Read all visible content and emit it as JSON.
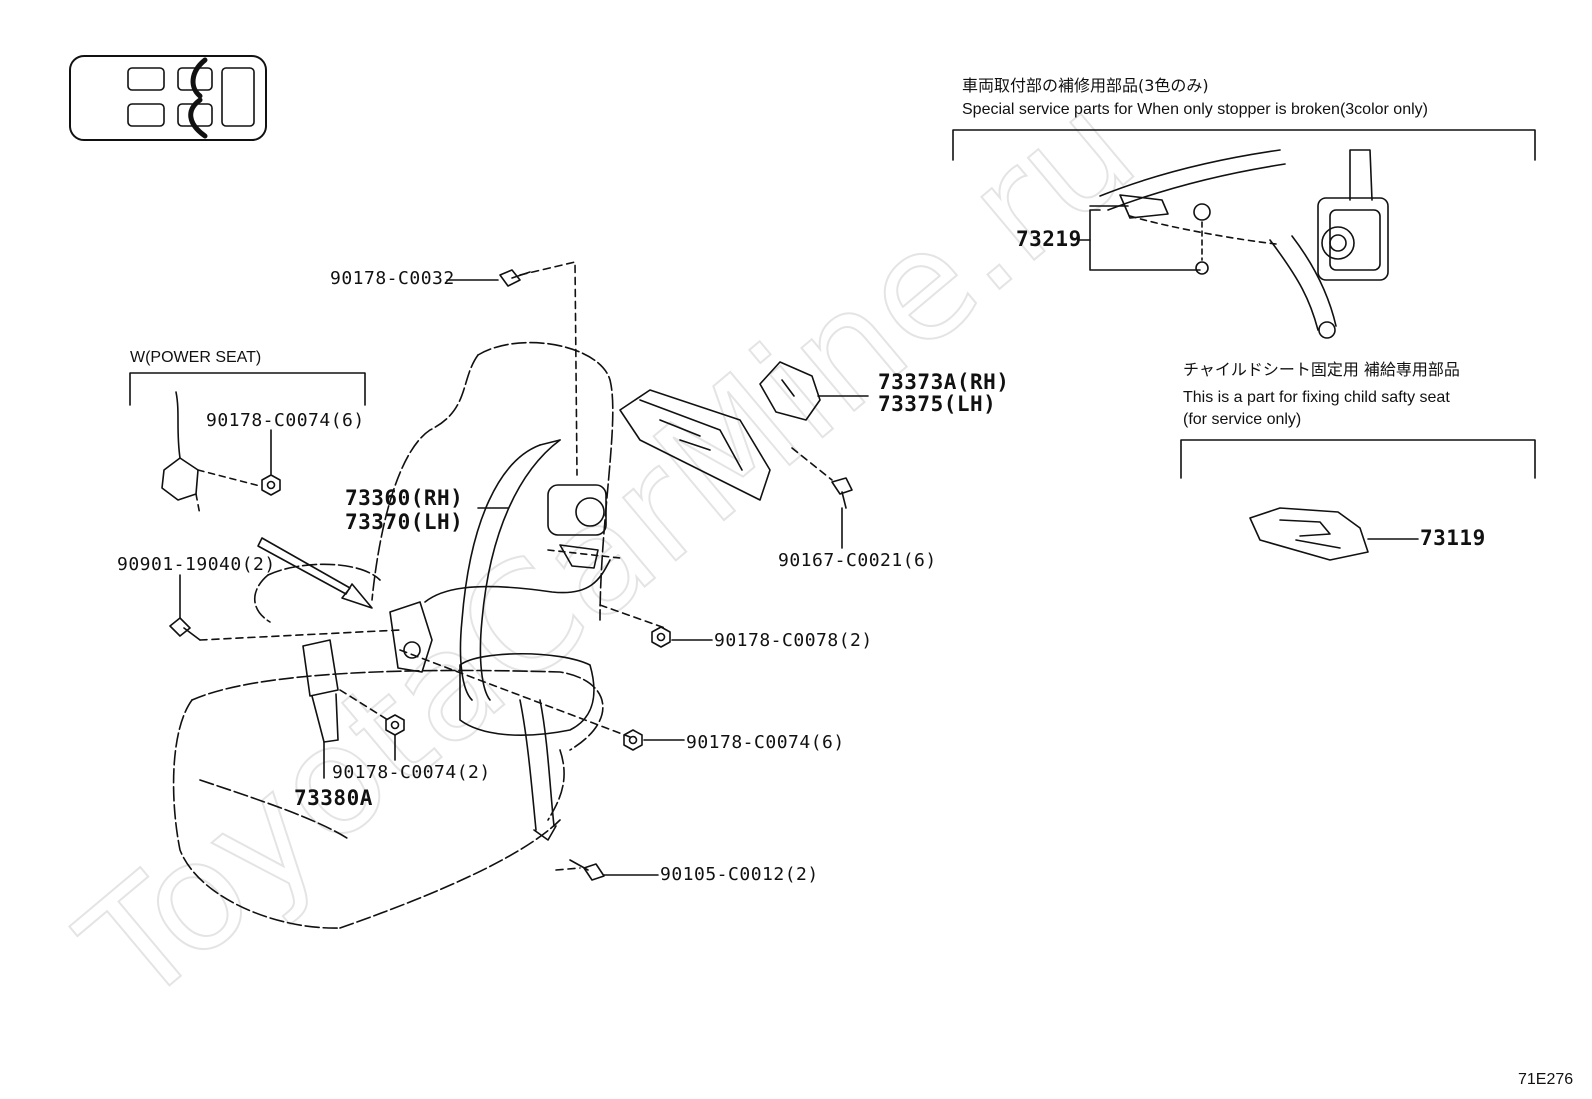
{
  "watermark": "ToyotaCarMine.ru",
  "diagram_code": "71E276",
  "power_seat_note": "W(POWER SEAT)",
  "stopper_note": {
    "jp": "車両取付部の補修用部品(3色のみ)",
    "en": "Special service parts for When only stopper is broken(3color only)"
  },
  "child_seat_note": {
    "jp": "チャイルドシート固定用 補給専用部品",
    "en1": "This is a part for fixing child safty seat",
    "en2": "(for service only)"
  },
  "parts": {
    "p_90178_C0032": "90178-C0032",
    "p_90178_C0074_6_a": "90178-C0074(6)",
    "p_73360": "73360(RH)",
    "p_73370": "73370(LH)",
    "p_90901": "90901-19040(2)",
    "p_73373A": "73373A(RH)",
    "p_73375": "73375(LH)",
    "p_90167": "90167-C0021(6)",
    "p_90178_C0078": "90178-C0078(2)",
    "p_90178_C0074_6_b": "90178-C0074(6)",
    "p_90178_C0074_2": "90178-C0074(2)",
    "p_73380A": "73380A",
    "p_90105": "90105-C0012(2)",
    "p_73219": "73219",
    "p_73119": "73119"
  },
  "icons": [
    "seat-position-icon",
    "bolt-icon",
    "nut-icon",
    "seat-belt-retractor-icon",
    "child-seat-plate-icon"
  ]
}
